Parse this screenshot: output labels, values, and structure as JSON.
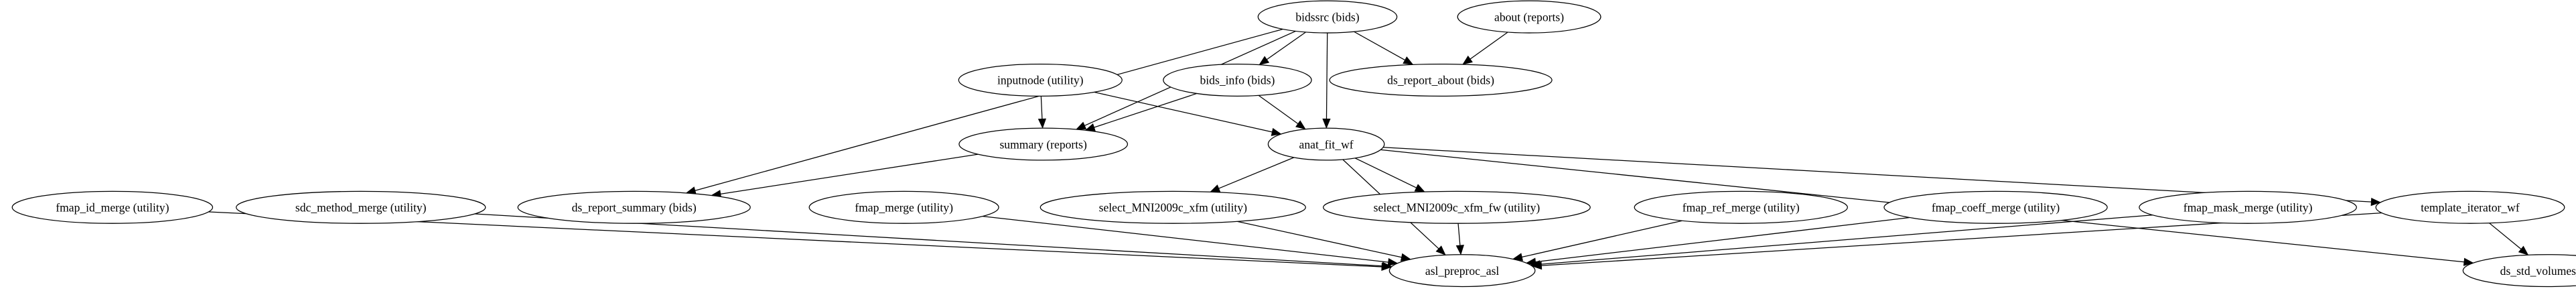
{
  "diagram": {
    "nodes": [
      {
        "id": "bidssrc",
        "label": "bidssrc (bids)"
      },
      {
        "id": "about",
        "label": "about (reports)"
      },
      {
        "id": "inputnode",
        "label": "inputnode (utility)"
      },
      {
        "id": "bids_info",
        "label": "bids_info (bids)"
      },
      {
        "id": "ds_report_about",
        "label": "ds_report_about (bids)"
      },
      {
        "id": "summary",
        "label": "summary (reports)"
      },
      {
        "id": "anat_fit_wf",
        "label": "anat_fit_wf"
      },
      {
        "id": "fmap_id_merge",
        "label": "fmap_id_merge (utility)"
      },
      {
        "id": "sdc_method_merge",
        "label": "sdc_method_merge (utility)"
      },
      {
        "id": "ds_report_summary",
        "label": "ds_report_summary (bids)"
      },
      {
        "id": "fmap_merge",
        "label": "fmap_merge (utility)"
      },
      {
        "id": "select_xfm",
        "label": "select_MNI2009c_xfm (utility)"
      },
      {
        "id": "select_xfm_fw",
        "label": "select_MNI2009c_xfm_fw (utility)"
      },
      {
        "id": "fmap_ref_merge",
        "label": "fmap_ref_merge (utility)"
      },
      {
        "id": "fmap_coeff_merge",
        "label": "fmap_coeff_merge (utility)"
      },
      {
        "id": "fmap_mask_merge",
        "label": "fmap_mask_merge (utility)"
      },
      {
        "id": "template_iterator_wf",
        "label": "template_iterator_wf"
      },
      {
        "id": "asl_preproc_asl",
        "label": "asl_preproc_asl"
      },
      {
        "id": "ds_std_volumes_wf",
        "label": "ds_std_volumes_wf"
      }
    ],
    "edges": [
      {
        "from": "bidssrc",
        "to": "bids_info"
      },
      {
        "from": "bidssrc",
        "to": "ds_report_about"
      },
      {
        "from": "bidssrc",
        "to": "summary"
      },
      {
        "from": "bidssrc",
        "to": "anat_fit_wf"
      },
      {
        "from": "bidssrc",
        "to": "ds_report_summary"
      },
      {
        "from": "about",
        "to": "ds_report_about"
      },
      {
        "from": "inputnode",
        "to": "summary"
      },
      {
        "from": "inputnode",
        "to": "anat_fit_wf"
      },
      {
        "from": "bids_info",
        "to": "summary"
      },
      {
        "from": "bids_info",
        "to": "anat_fit_wf"
      },
      {
        "from": "summary",
        "to": "ds_report_summary"
      },
      {
        "from": "anat_fit_wf",
        "to": "select_xfm"
      },
      {
        "from": "anat_fit_wf",
        "to": "select_xfm_fw"
      },
      {
        "from": "anat_fit_wf",
        "to": "asl_preproc_asl"
      },
      {
        "from": "anat_fit_wf",
        "to": "template_iterator_wf"
      },
      {
        "from": "anat_fit_wf",
        "to": "ds_std_volumes_wf"
      },
      {
        "from": "fmap_id_merge",
        "to": "asl_preproc_asl"
      },
      {
        "from": "sdc_method_merge",
        "to": "asl_preproc_asl"
      },
      {
        "from": "fmap_merge",
        "to": "asl_preproc_asl"
      },
      {
        "from": "select_xfm",
        "to": "asl_preproc_asl"
      },
      {
        "from": "select_xfm_fw",
        "to": "asl_preproc_asl"
      },
      {
        "from": "fmap_ref_merge",
        "to": "asl_preproc_asl"
      },
      {
        "from": "fmap_coeff_merge",
        "to": "asl_preproc_asl"
      },
      {
        "from": "fmap_mask_merge",
        "to": "asl_preproc_asl"
      },
      {
        "from": "template_iterator_wf",
        "to": "asl_preproc_asl"
      },
      {
        "from": "template_iterator_wf",
        "to": "ds_std_volumes_wf"
      }
    ]
  }
}
